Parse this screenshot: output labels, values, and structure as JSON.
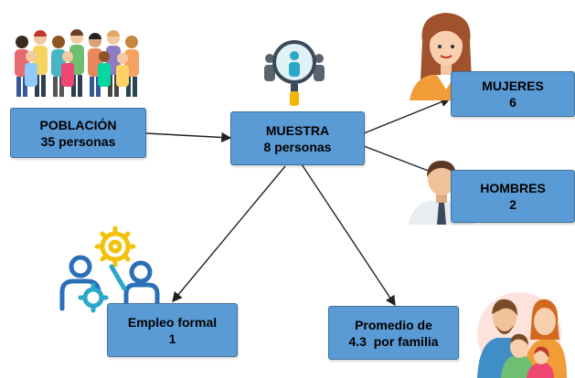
{
  "nodes": {
    "poblacion": {
      "line1": "POBLACIÓN",
      "line2": "35 personas"
    },
    "muestra": {
      "line1": "MUESTRA",
      "line2": "8 personas"
    },
    "mujeres": {
      "line1": "MUJERES",
      "line2": "6"
    },
    "hombres": {
      "line1": "HOMBRES",
      "line2": "2"
    },
    "empleo": {
      "line1": "Empleo formal",
      "line2": "1"
    },
    "promedio": {
      "line1": "Promedio de",
      "line2": "4.3  por familia"
    }
  },
  "icons": {
    "crowd": "crowd-icon",
    "magnifier": "magnifier-people-icon",
    "woman": "woman-avatar-icon",
    "man": "man-avatar-icon",
    "worker": "worker-gear-icon",
    "family": "family-icon"
  },
  "colors": {
    "box_fill": "#5b9bd5",
    "box_border": "#41719c",
    "arrow": "#222222"
  }
}
